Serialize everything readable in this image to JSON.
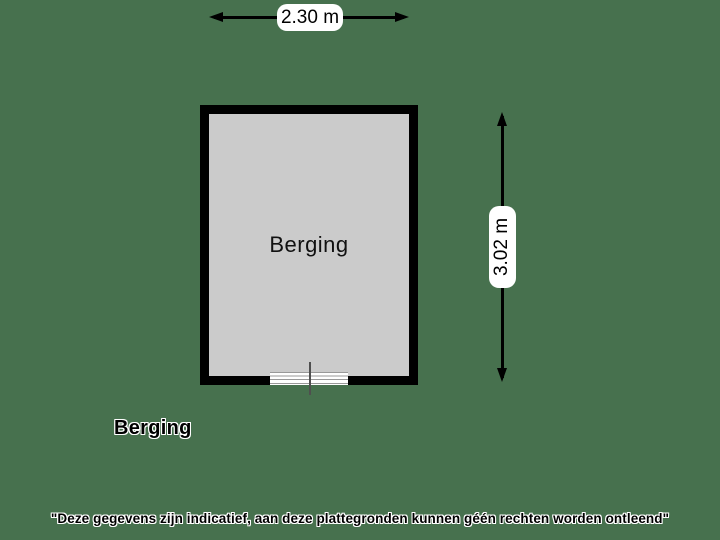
{
  "colors": {
    "background": "#47714E",
    "room_fill": "#CBCBCB",
    "wall": "#000000",
    "pill_background": "#FFFFFF",
    "text": "#000000",
    "door_stripe": "#999999",
    "door_marker": "#4F4F4F"
  },
  "floorplan": {
    "room_label": "Berging",
    "caption": "Berging",
    "dimensions": {
      "width_label": "2.30 m",
      "height_label": "3.02 m"
    },
    "disclaimer": "\"Deze gegevens zijn indicatief, aan deze plattegronden kunnen géén rechten worden ontleend\""
  }
}
